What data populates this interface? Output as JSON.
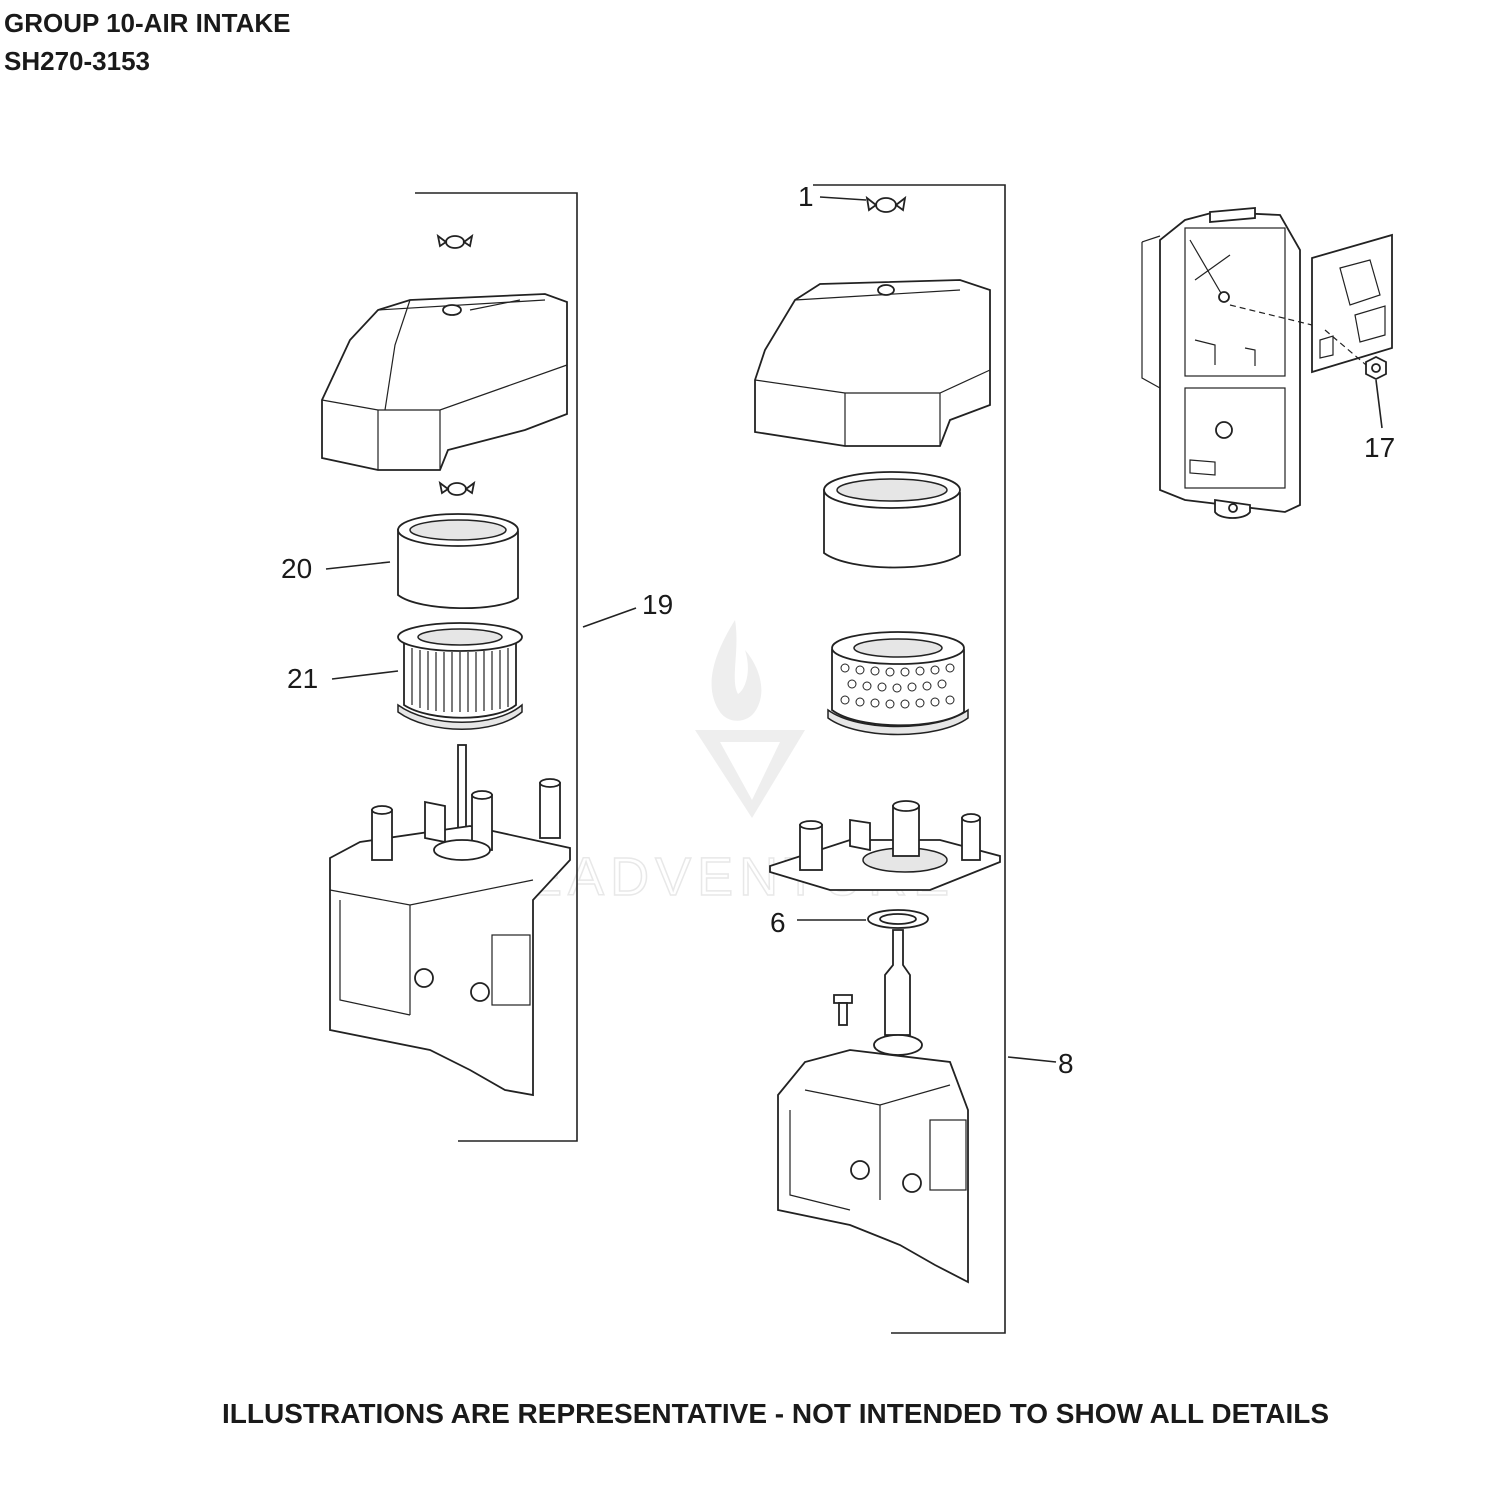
{
  "header": {
    "group_title": "GROUP 10-AIR INTAKE",
    "model": "SH270-3153"
  },
  "footer": {
    "disclaimer": "ILLUSTRATIONS ARE REPRESENTATIVE - NOT INTENDED TO SHOW ALL DETAILS"
  },
  "watermark": {
    "text": "LEADVENTURE"
  },
  "callouts": {
    "c1": "1",
    "c6": "6",
    "c8": "8",
    "c17": "17",
    "c19": "19",
    "c20": "20",
    "c21": "21"
  }
}
